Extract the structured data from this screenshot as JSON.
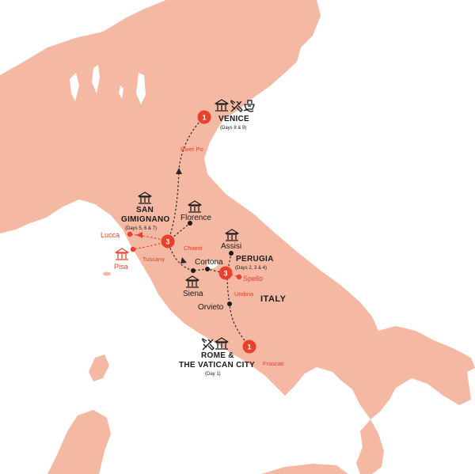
{
  "map": {
    "country_label": "ITALY",
    "colors": {
      "land": "#f5b8a3",
      "sea": "#ffffff",
      "accent": "#e8402c",
      "ink": "#1a1a1a"
    },
    "stops": {
      "venice": {
        "number": "1",
        "name": "VENICE",
        "days": "(Days 8 & 9)",
        "icons": [
          "landmark-icon",
          "plane-icon",
          "ship-icon"
        ]
      },
      "san_gimignano": {
        "number": "3",
        "name_line1": "SAN",
        "name_line2": "GIMIGNANO",
        "days": "(Days 5, 6 & 7)",
        "icons": [
          "landmark-icon"
        ]
      },
      "perugia": {
        "number": "3",
        "name": "PERUGIA",
        "days": "(Days 2, 3 & 4)"
      },
      "rome": {
        "number": "1",
        "name_line1": "ROME &",
        "name_line2": "THE VATICAN CITY",
        "days": "(Day 1)",
        "icons": [
          "plane-icon",
          "landmark-icon"
        ]
      }
    },
    "towns": {
      "florence": "Florence",
      "assisi": "Assisi",
      "cortona": "Cortona",
      "siena": "Siena",
      "orvieto": "Orvieto"
    },
    "excursions": {
      "lucca": "Lucca",
      "pisa": "Pisa",
      "spello": "Spello"
    },
    "regions": {
      "river_po": "River Po",
      "chianti": "Chianti",
      "tuscany": "Tuscany",
      "umbria": "Umbria",
      "frascati": "Frascati"
    }
  }
}
